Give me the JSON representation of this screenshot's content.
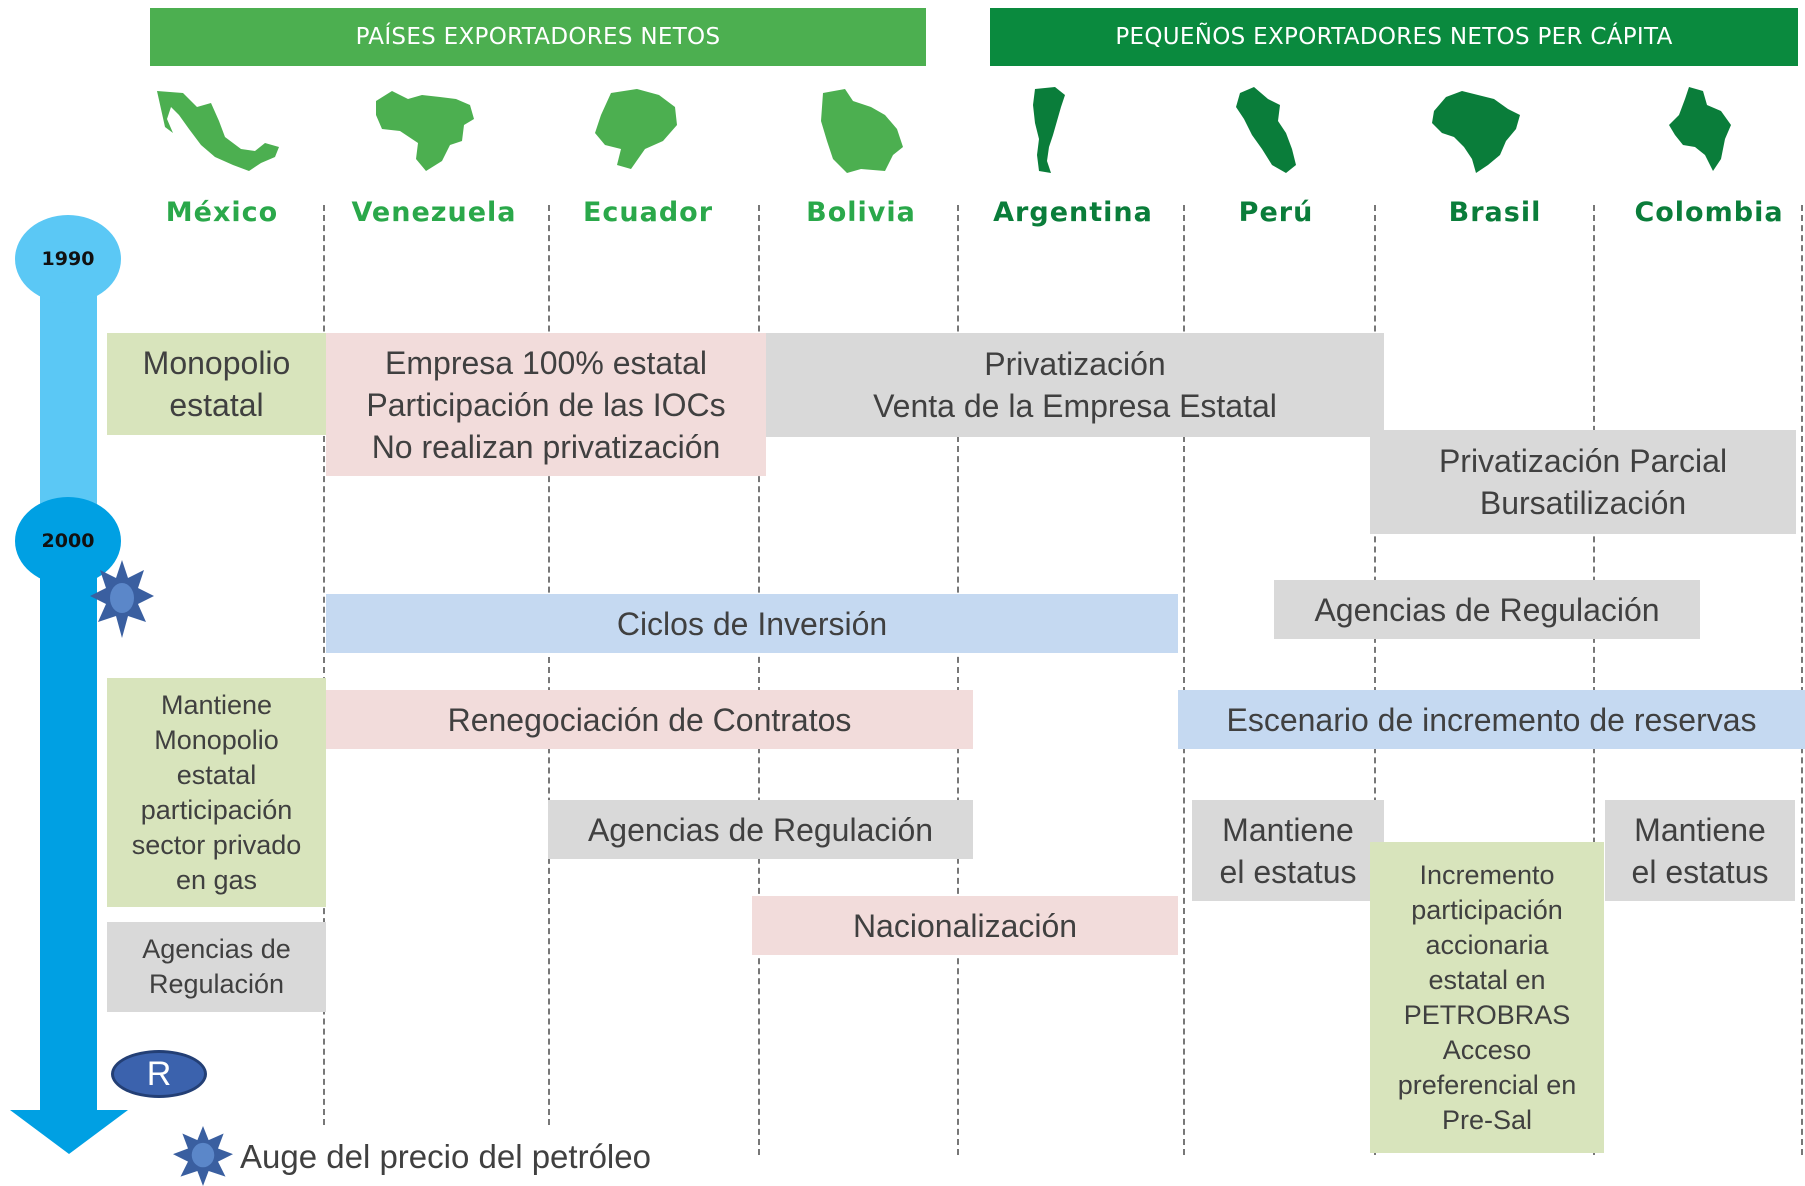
{
  "headers": {
    "net_exporters": "PAÍSES EXPORTADORES NETOS",
    "small_exporters": "PEQUEÑOS EXPORTADORES NETOS PER CÁPITA"
  },
  "countries": [
    "México",
    "Venezuela",
    "Ecuador",
    "Bolivia",
    "Argentina",
    "Perú",
    "Brasil",
    "Colombia"
  ],
  "timeline": {
    "year_1990": "1990",
    "year_2000": "2000",
    "marker_r": "R"
  },
  "boxes": {
    "mexico_monopolio": [
      "Monopolio",
      "estatal"
    ],
    "empresa_estatal": [
      "Empresa 100% estatal",
      "Participación de las IOCs",
      "No realizan privatización"
    ],
    "privatizacion": [
      "Privatización",
      "Venta de la Empresa Estatal"
    ],
    "privatizacion_parcial": [
      "Privatización Parcial",
      "Bursatilización"
    ],
    "ciclos_inversion": "Ciclos de Inversión",
    "agencias_regulacion_right": "Agencias de Regulación",
    "mexico_mantiene": [
      "Mantiene",
      "Monopolio",
      "estatal",
      "participación",
      "sector privado",
      "en gas"
    ],
    "renegociacion": "Renegociación de Contratos",
    "escenario_reservas": "Escenario de incremento de reservas",
    "agencias_regulacion_mid": "Agencias de Regulación",
    "peru_mantiene": [
      "Mantiene",
      "el estatus"
    ],
    "colombia_mantiene": [
      "Mantiene",
      "el estatus"
    ],
    "brasil_incremento": [
      "Incremento",
      "participación",
      "accionaria",
      "estatal en",
      "PETROBRAS",
      "Acceso",
      "preferencial en",
      "Pre-Sal"
    ],
    "nacionalizacion": "Nacionalización",
    "mexico_agencias": [
      "Agencias de",
      "Regulación"
    ]
  },
  "legend": {
    "star_label": "Auge del precio del petróleo"
  },
  "colors": {
    "header_light": "#4caf50",
    "header_dark": "#0a8a3e",
    "timeline_light": "#5bc8f5",
    "timeline_dark": "#00a0e3",
    "star": "#3a5fa0",
    "green_box": "#d8e4bc",
    "pink_box": "#f2dcdb",
    "gray_box": "#d9d9d9",
    "blue_box": "#c5d9f1"
  },
  "icons": [
    "map-mexico-icon",
    "map-venezuela-icon",
    "map-ecuador-icon",
    "map-bolivia-icon",
    "map-argentina-icon",
    "map-peru-icon",
    "map-brasil-icon",
    "map-colombia-icon",
    "star-icon",
    "r-marker-icon",
    "timeline-arrow-icon"
  ]
}
